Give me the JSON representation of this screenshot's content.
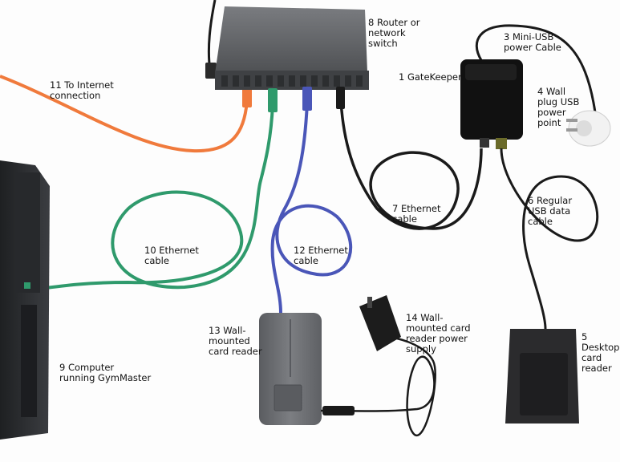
{
  "colors": {
    "background": "#ffffff",
    "orange_cable": "#f07a3c",
    "green_cable": "#2f9a6c",
    "blue_cable": "#4a56b8",
    "black_cable": "#1a1a1a",
    "router_body": "#5d5f62",
    "gatekeeper_body": "#111111",
    "reader_body": "#6c6e72",
    "desktop_reader_body": "#2b2b2d",
    "computer_body": "#2e3033",
    "plug_white": "#f2f2f2"
  },
  "labels": {
    "router": "8 Router or\nnetwork\nswitch",
    "mini_usb": "3 Mini-USB\npower Cable",
    "gatekeeper": "1 GateKeeper",
    "wall_plug": "4 Wall\nplug USB\npower\npoint",
    "internet": "11 To Internet\nconnection",
    "regular_usb": "6 Regular\nUSB data\ncable",
    "ethernet_7": "7 Ethernet\ncable",
    "ethernet_10": "10 Ethernet\ncable",
    "ethernet_12": "12 Ethernet\ncable",
    "wall_reader": "13 Wall-\nmounted\ncard reader",
    "reader_power": "14 Wall-\nmounted card\nreader power\nsupply",
    "desktop_reader": "5\nDesktop\ncard\nreader",
    "computer": "9 Computer\nrunning GymMaster"
  }
}
